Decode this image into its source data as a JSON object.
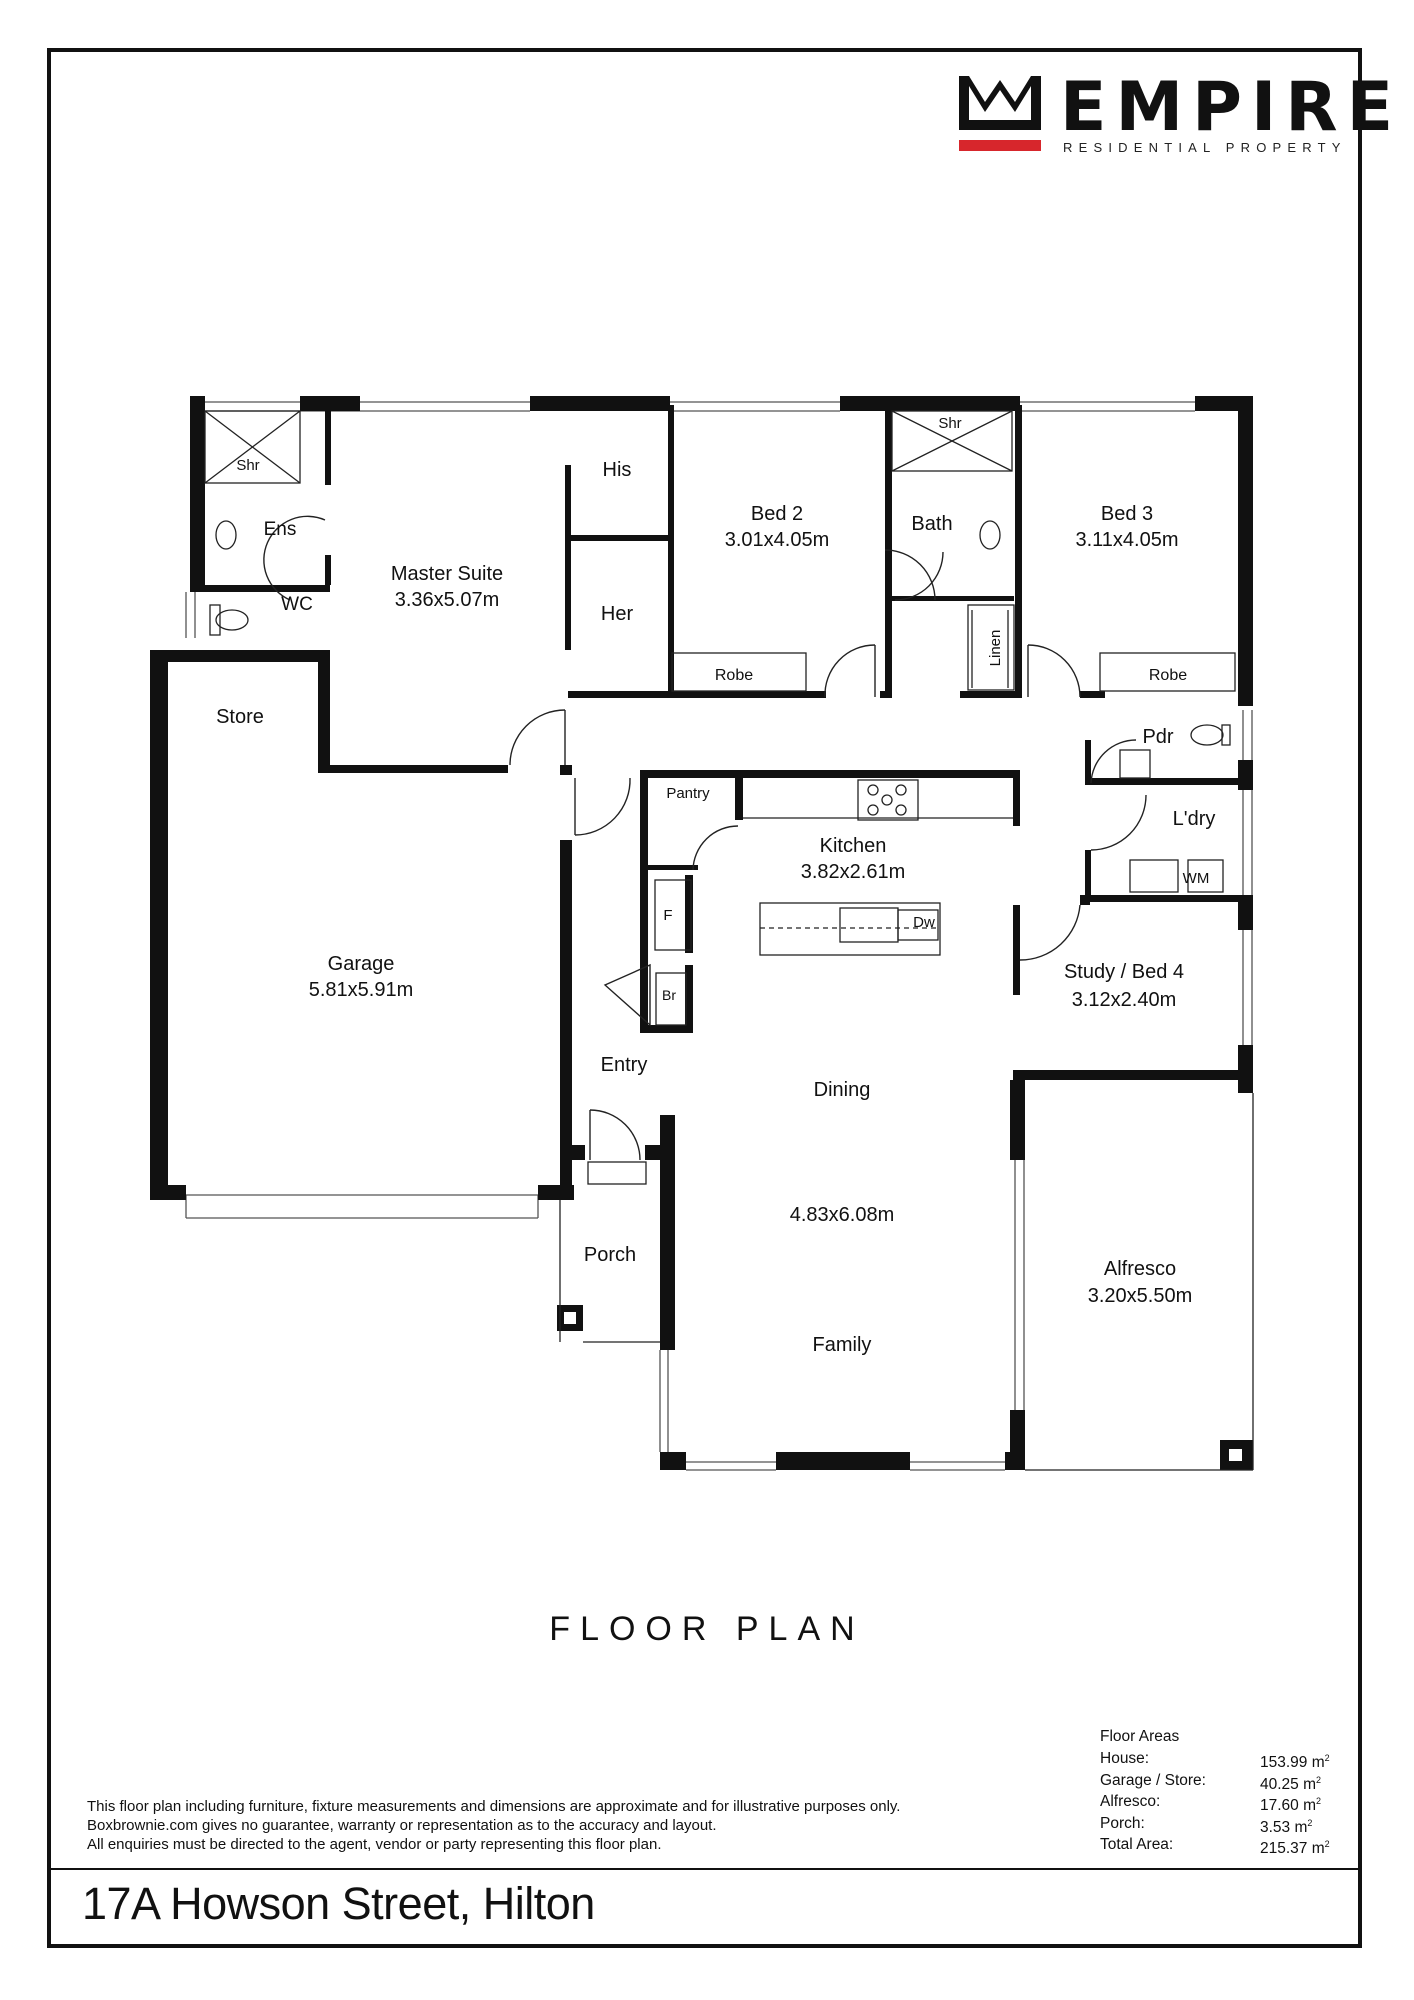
{
  "brand": {
    "name": "EMPIRE",
    "tagline": "RESIDENTIAL PROPERTY",
    "accent_color": "#d7262c"
  },
  "plan_title": "FLOOR PLAN",
  "rooms": [
    {
      "id": "shr-1",
      "name": "Shr",
      "dims": ""
    },
    {
      "id": "ens",
      "name": "Ens",
      "dims": ""
    },
    {
      "id": "wc",
      "name": "WC",
      "dims": ""
    },
    {
      "id": "master",
      "name": "Master Suite",
      "dims": "3.36x5.07m"
    },
    {
      "id": "his",
      "name": "His",
      "dims": ""
    },
    {
      "id": "her",
      "name": "Her",
      "dims": ""
    },
    {
      "id": "bed2",
      "name": "Bed 2",
      "dims": "3.01x4.05m"
    },
    {
      "id": "robe-1",
      "name": "Robe",
      "dims": ""
    },
    {
      "id": "shr-2",
      "name": "Shr",
      "dims": ""
    },
    {
      "id": "bath",
      "name": "Bath",
      "dims": ""
    },
    {
      "id": "linen",
      "name": "Linen",
      "dims": ""
    },
    {
      "id": "bed3",
      "name": "Bed 3",
      "dims": "3.11x4.05m"
    },
    {
      "id": "robe-2",
      "name": "Robe",
      "dims": ""
    },
    {
      "id": "store",
      "name": "Store",
      "dims": ""
    },
    {
      "id": "pdr",
      "name": "Pdr",
      "dims": ""
    },
    {
      "id": "laundry",
      "name": "L'dry",
      "dims": ""
    },
    {
      "id": "wm",
      "name": "WM",
      "dims": ""
    },
    {
      "id": "pantry",
      "name": "Pantry",
      "dims": ""
    },
    {
      "id": "kitchen",
      "name": "Kitchen",
      "dims": "3.82x2.61m"
    },
    {
      "id": "fridge",
      "name": "F",
      "dims": ""
    },
    {
      "id": "dw",
      "name": "Dw",
      "dims": ""
    },
    {
      "id": "broom",
      "name": "Br",
      "dims": ""
    },
    {
      "id": "garage",
      "name": "Garage",
      "dims": "5.81x5.91m"
    },
    {
      "id": "study",
      "name": "Study / Bed 4",
      "dims": "3.12x2.40m"
    },
    {
      "id": "entry",
      "name": "Entry",
      "dims": ""
    },
    {
      "id": "dining",
      "name": "Dining",
      "dims": ""
    },
    {
      "id": "dining-family",
      "name": "",
      "dims": "4.83x6.08m"
    },
    {
      "id": "family",
      "name": "Family",
      "dims": ""
    },
    {
      "id": "porch",
      "name": "Porch",
      "dims": ""
    },
    {
      "id": "alfresco",
      "name": "Alfresco",
      "dims": "3.20x5.50m"
    }
  ],
  "disclaimer": [
    "This floor plan including furniture, fixture measurements and dimensions are approximate and for illustrative purposes only.",
    "Boxbrownie.com gives no guarantee, warranty or representation as to the accuracy and layout.",
    "All enquiries must be directed to the agent, vendor or party representing this floor plan."
  ],
  "floor_areas": {
    "heading": "Floor Areas",
    "unit": "m",
    "unit_power": "2",
    "rows": [
      {
        "label": "House:",
        "value": "153.99"
      },
      {
        "label": "Garage / Store:",
        "value": "40.25"
      },
      {
        "label": "Alfresco:",
        "value": "17.60"
      },
      {
        "label": "Porch:",
        "value": "3.53"
      },
      {
        "label": "Total Area:",
        "value": "215.37"
      }
    ]
  },
  "address": "17A Howson Street, Hilton"
}
